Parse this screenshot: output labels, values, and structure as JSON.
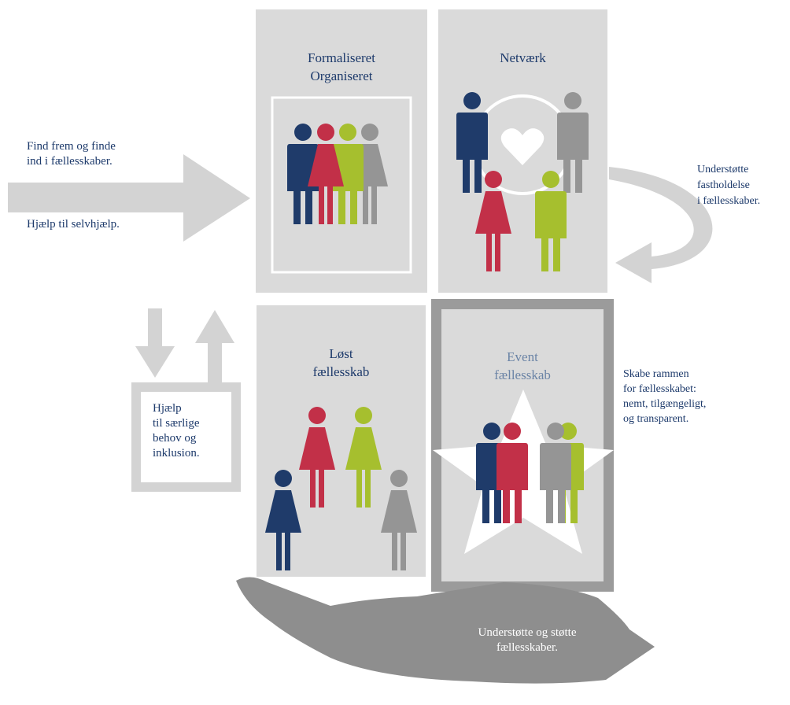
{
  "colors": {
    "navy": "#1f3b6a",
    "red": "#c23048",
    "green": "#a6bf2e",
    "gray": "#959595",
    "panel": "#dadada",
    "arrow": "#d3d3d3",
    "hand": "#8e8e8e",
    "text": "#1d3a6b"
  },
  "panels": {
    "top_left": {
      "title_line1": "Formaliseret",
      "title_line2": "Organiseret"
    },
    "top_right": {
      "title": "Netværk"
    },
    "bottom_left": {
      "title_line1": "Løst",
      "title_line2": "fællesskab"
    },
    "bottom_right": {
      "title_line1": "Event",
      "title_line2": "fællesskab"
    }
  },
  "left_labels": {
    "find": "Find frem og finde\nind i fællesskaber.",
    "selfhelp": "Hjælp til selvhjælp."
  },
  "right_labels": {
    "retention": "Understøtte\nfastholdelse\ni fællesskaber.",
    "framework": "Skabe rammen\nfor fællesskabet:\nnemt, tilgængeligt,\nog transparent."
  },
  "special_needs_box": "Hjælp\ntil særlige\nbehov og\ninklusion.",
  "hand_text": "Understøtte og støtte\nfællesskaber.",
  "icons": [
    "person-icon",
    "heart-icon",
    "star-icon",
    "hand-icon",
    "arrow-icon"
  ]
}
